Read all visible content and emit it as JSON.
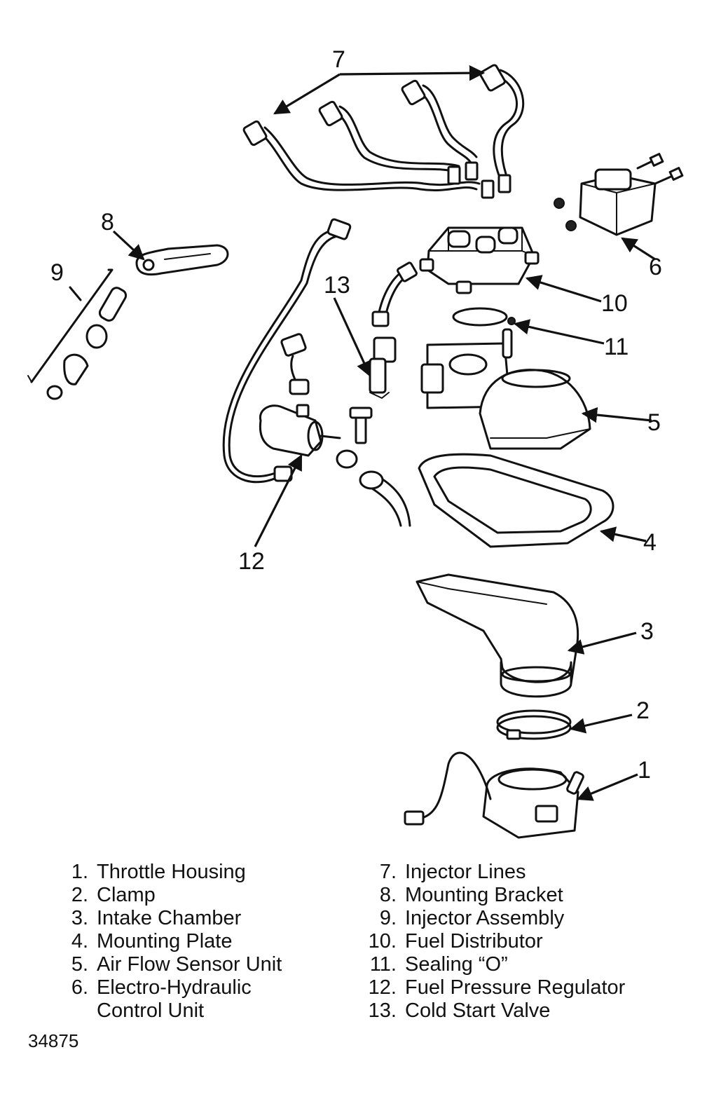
{
  "callouts": [
    "1",
    "2",
    "3",
    "4",
    "5",
    "6",
    "7",
    "8",
    "9",
    "10",
    "11",
    "12",
    "13"
  ],
  "legend": {
    "left": [
      {
        "num": "1.",
        "label": "Throttle Housing"
      },
      {
        "num": "2.",
        "label": "Clamp"
      },
      {
        "num": "3.",
        "label": "Intake Chamber"
      },
      {
        "num": "4.",
        "label": "Mounting Plate"
      },
      {
        "num": "5.",
        "label": "Air Flow Sensor Unit"
      },
      {
        "num": "6.",
        "label": "Electro-Hydraulic"
      },
      {
        "num": "",
        "label": "Control Unit"
      }
    ],
    "right": [
      {
        "num": "7.",
        "label": "Injector Lines"
      },
      {
        "num": "8.",
        "label": "Mounting Bracket"
      },
      {
        "num": "9.",
        "label": "Injector Assembly"
      },
      {
        "num": "10.",
        "label": "Fuel Distributor"
      },
      {
        "num": "11.",
        "label": "Sealing “O”"
      },
      {
        "num": "12.",
        "label": "Fuel Pressure Regulator"
      },
      {
        "num": "13.",
        "label": "Cold Start Valve"
      }
    ]
  },
  "figure_number": "34875"
}
